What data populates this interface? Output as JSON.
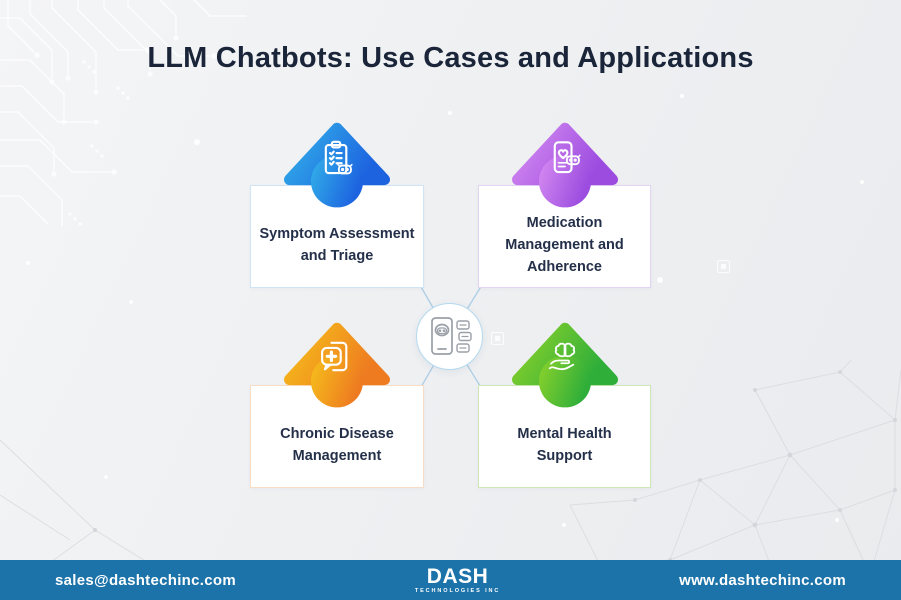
{
  "title": "LLM Chatbots: Use Cases and Applications",
  "cards": [
    {
      "id": "symptom-assessment-triage",
      "lines": [
        "Symptom Assessment",
        "and Triage",
        ""
      ],
      "icon": "clipboard-checklist-bot-icon",
      "gradient_from": "#33b2e9",
      "gradient_to": "#1d63e0",
      "border_color": "#cfe4f4"
    },
    {
      "id": "medication-management-adherence",
      "lines": [
        "Medication",
        "Management and",
        "Adherence"
      ],
      "icon": "phone-heart-bot-icon",
      "gradient_from": "#d78df2",
      "gradient_to": "#9c4cdf",
      "border_color": "#e4d4f3"
    },
    {
      "id": "chronic-disease-management",
      "lines": [
        "Chronic Disease",
        "Management",
        ""
      ],
      "icon": "phone-chat-medical-cross-icon",
      "gradient_from": "#f6c11b",
      "gradient_to": "#ee7b20",
      "border_color": "#f8dcc3"
    },
    {
      "id": "mental-health-support",
      "lines": [
        "Mental Health",
        "Support",
        ""
      ],
      "icon": "hand-holding-brain-icon",
      "gradient_from": "#8ed32a",
      "gradient_to": "#2fae3a",
      "border_color": "#cde7b6"
    }
  ],
  "center": {
    "icon": "chatbot-phone-with-chat-bubbles-icon",
    "border_color": "#b5d9ef"
  },
  "connector_color": "#aecde5",
  "colors": {
    "title_text": "#1a2539",
    "card_text": "#243049",
    "background": "#eef0f2"
  },
  "footer": {
    "email": "sales@dashtechinc.com",
    "logo_title": "DASH",
    "logo_subtitle": "TECHNOLOGIES INC",
    "website": "www.dashtechinc.com",
    "bar_color": "#1b73a9"
  }
}
